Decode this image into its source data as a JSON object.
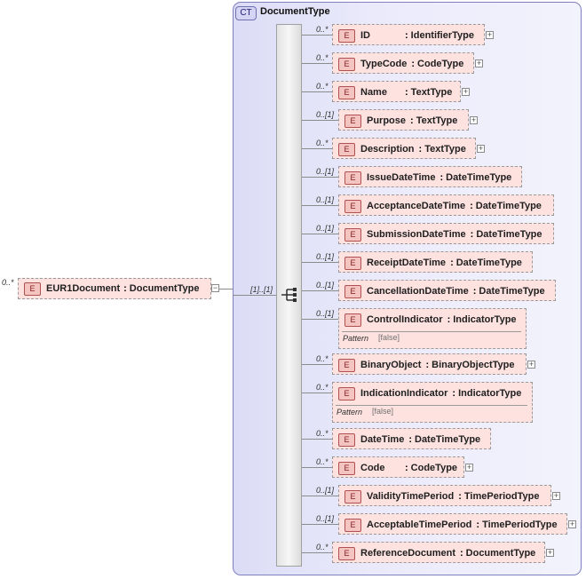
{
  "root": {
    "badge": "E",
    "name": "EUR1Document",
    "type": "DocumentType",
    "multiplicity": "0..*"
  },
  "complex_type": {
    "badge": "CT",
    "name": "DocumentType"
  },
  "sequence_multiplicity": "[1]..[1]",
  "collapse_symbol": "−",
  "expand_symbol": "+",
  "elements": [
    {
      "name": "ID",
      "type": "IdentifierType",
      "mult": "0..*",
      "expandable": true
    },
    {
      "name": "TypeCode",
      "type": "CodeType",
      "mult": "0..*",
      "expandable": true
    },
    {
      "name": "Name",
      "type": "TextType",
      "mult": "0..*",
      "expandable": true
    },
    {
      "name": "Purpose",
      "type": "TextType",
      "mult": "0..[1]",
      "expandable": true
    },
    {
      "name": "Description",
      "type": "TextType",
      "mult": "0..*",
      "expandable": true
    },
    {
      "name": "IssueDateTime",
      "type": "DateTimeType",
      "mult": "0..[1]",
      "expandable": false
    },
    {
      "name": "AcceptanceDateTime",
      "type": "DateTimeType",
      "mult": "0..[1]",
      "expandable": false
    },
    {
      "name": "SubmissionDateTime",
      "type": "DateTimeType",
      "mult": "0..[1]",
      "expandable": false
    },
    {
      "name": "ReceiptDateTime",
      "type": "DateTimeType",
      "mult": "0..[1]",
      "expandable": false
    },
    {
      "name": "CancellationDateTime",
      "type": "DateTimeType",
      "mult": "0..[1]",
      "expandable": false
    },
    {
      "name": "ControlIndicator",
      "type": "IndicatorType",
      "mult": "0..[1]",
      "expandable": false,
      "facet": "Pattern",
      "facet_value": "[false]"
    },
    {
      "name": "BinaryObject",
      "type": "BinaryObjectType",
      "mult": "0..*",
      "expandable": true
    },
    {
      "name": "IndicationIndicator",
      "type": "IndicatorType",
      "mult": "0..*",
      "expandable": false,
      "facet": "Pattern",
      "facet_value": "[false]"
    },
    {
      "name": "DateTime",
      "type": "DateTimeType",
      "mult": "0..*",
      "expandable": false
    },
    {
      "name": "Code",
      "type": "CodeType",
      "mult": "0..*",
      "expandable": true
    },
    {
      "name": "ValidityTimePeriod",
      "type": "TimePeriodType",
      "mult": "0..[1]",
      "expandable": true
    },
    {
      "name": "AcceptableTimePeriod",
      "type": "TimePeriodType",
      "mult": "0..[1]",
      "expandable": true
    },
    {
      "name": "ReferenceDocument",
      "type": "DocumentType",
      "mult": "0..*",
      "expandable": true
    }
  ],
  "icons": {
    "sequence": "sequence-compositor-icon",
    "element": "element-badge-icon",
    "complex_type": "complex-type-badge-icon"
  }
}
